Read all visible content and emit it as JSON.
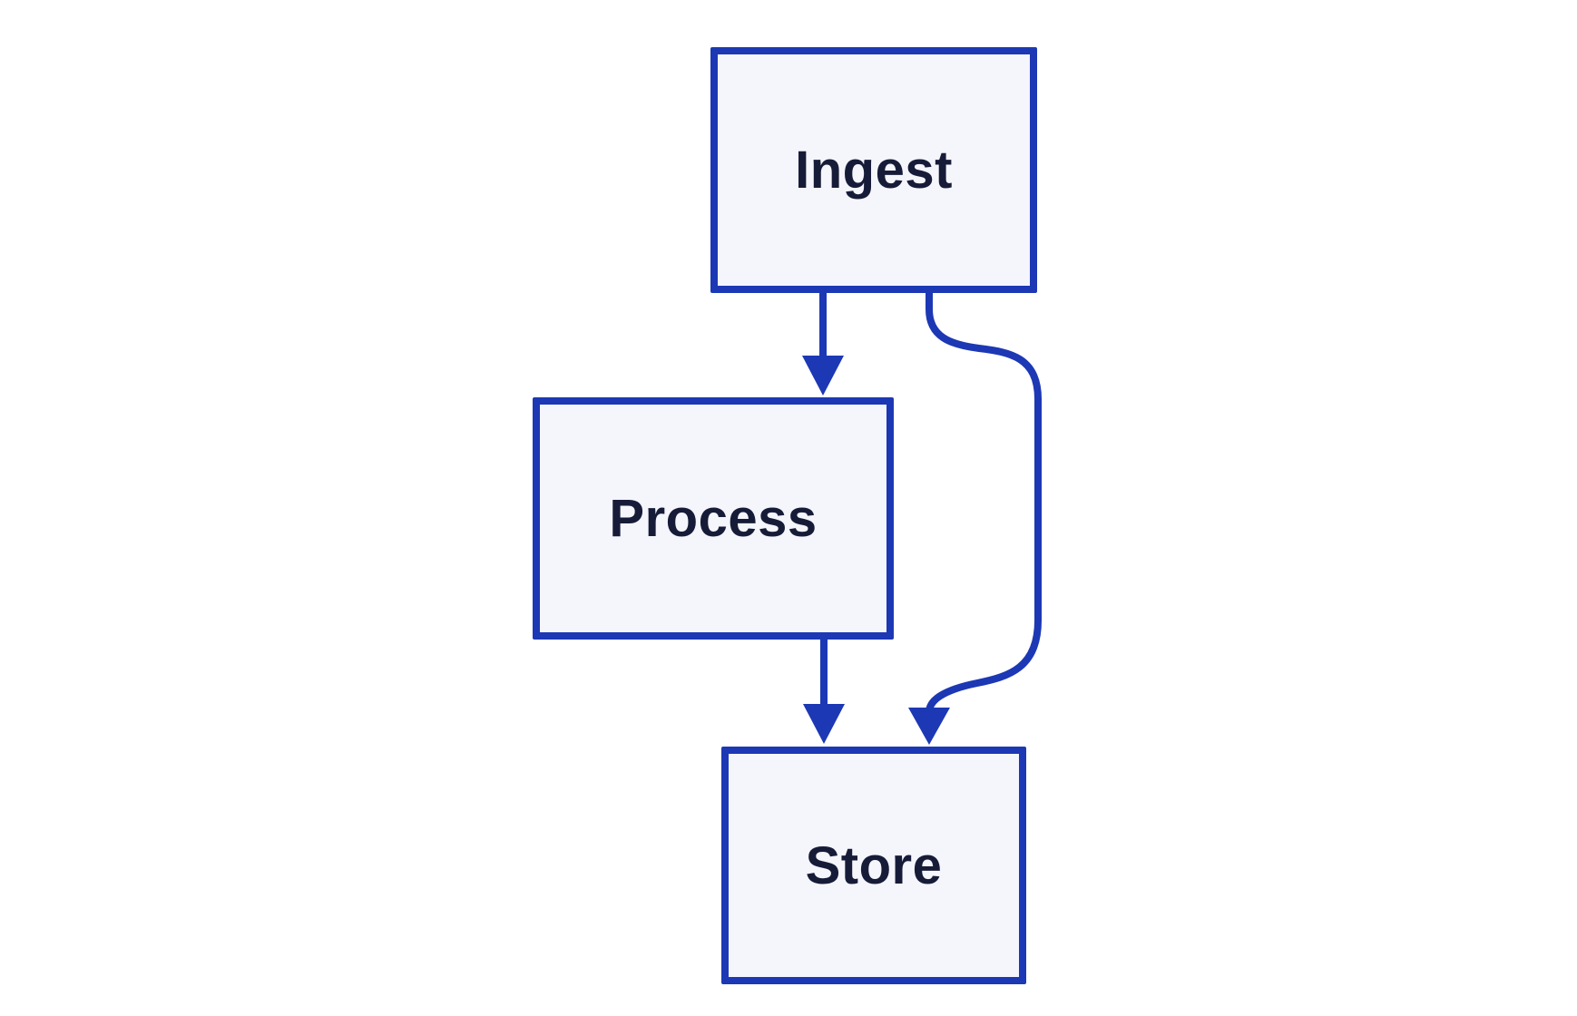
{
  "diagram": {
    "type": "flowchart",
    "direction": "top-down",
    "nodes": [
      {
        "id": "ingest",
        "label": "Ingest"
      },
      {
        "id": "process",
        "label": "Process"
      },
      {
        "id": "store",
        "label": "Store"
      }
    ],
    "edges": [
      {
        "from": "ingest",
        "to": "process",
        "shape": "straight-arrow"
      },
      {
        "from": "process",
        "to": "store",
        "shape": "straight-arrow"
      },
      {
        "from": "ingest",
        "to": "store",
        "shape": "right-bypass-curve-arrow"
      }
    ],
    "colors": {
      "node_fill": "#f5f5fc",
      "node_border": "#1c38b4",
      "edge": "#1c38b4",
      "label_text": "#161c38",
      "background": "#ffffff"
    }
  }
}
